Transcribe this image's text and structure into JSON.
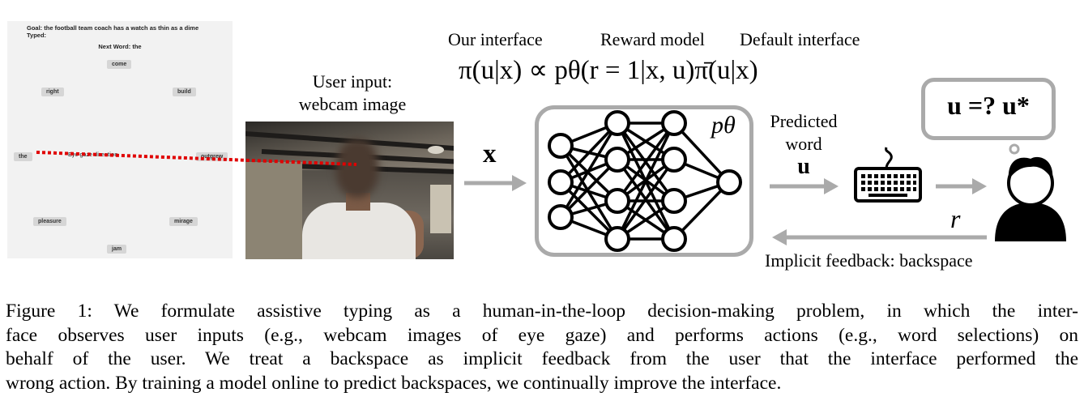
{
  "interface": {
    "goal": "Goal: the football team coach has a watch as thin as a dime",
    "typed": "Typed:",
    "next_word": "Next Word: the",
    "words": [
      "come",
      "right",
      "build",
      "the",
      "outgrew",
      "pleasure",
      "mirage",
      "jam"
    ],
    "gaze_text": "Eye gaze direction"
  },
  "webcam": {
    "label_line1": "User input:",
    "label_line2": "webcam image"
  },
  "equation": {
    "label_interface": "Our interface",
    "label_reward": "Reward model",
    "label_default": "Default interface",
    "formula": "π(u|x) ∝ pθ(r = 1|x, u)π̄(u|x)"
  },
  "diagram": {
    "x_symbol": "x",
    "p_theta": "pθ",
    "predicted_line1": "Predicted",
    "predicted_line2": "word",
    "u_symbol": "u",
    "r_symbol": "r",
    "thought": "u =? u*",
    "feedback": "Implicit feedback: backspace",
    "colors": {
      "arrow": "#aaaaaa",
      "gaze_line": "#e00000",
      "network": "#000000"
    },
    "icons": [
      "neural-network-icon",
      "keyboard-icon",
      "user-icon",
      "thought-bubble-icon"
    ]
  },
  "caption": {
    "lines": [
      "Figure 1: We formulate assistive typing as a human-in-the-loop decision-making problem, in which the inter-",
      "face observes user inputs (e.g., webcam images of eye gaze) and performs actions (e.g., word selections) on",
      "behalf of the user.  We treat a backspace as implicit feedback from the user that the interface performed the",
      "wrong action. By training a model online to predict backspaces, we continually improve the interface."
    ]
  }
}
